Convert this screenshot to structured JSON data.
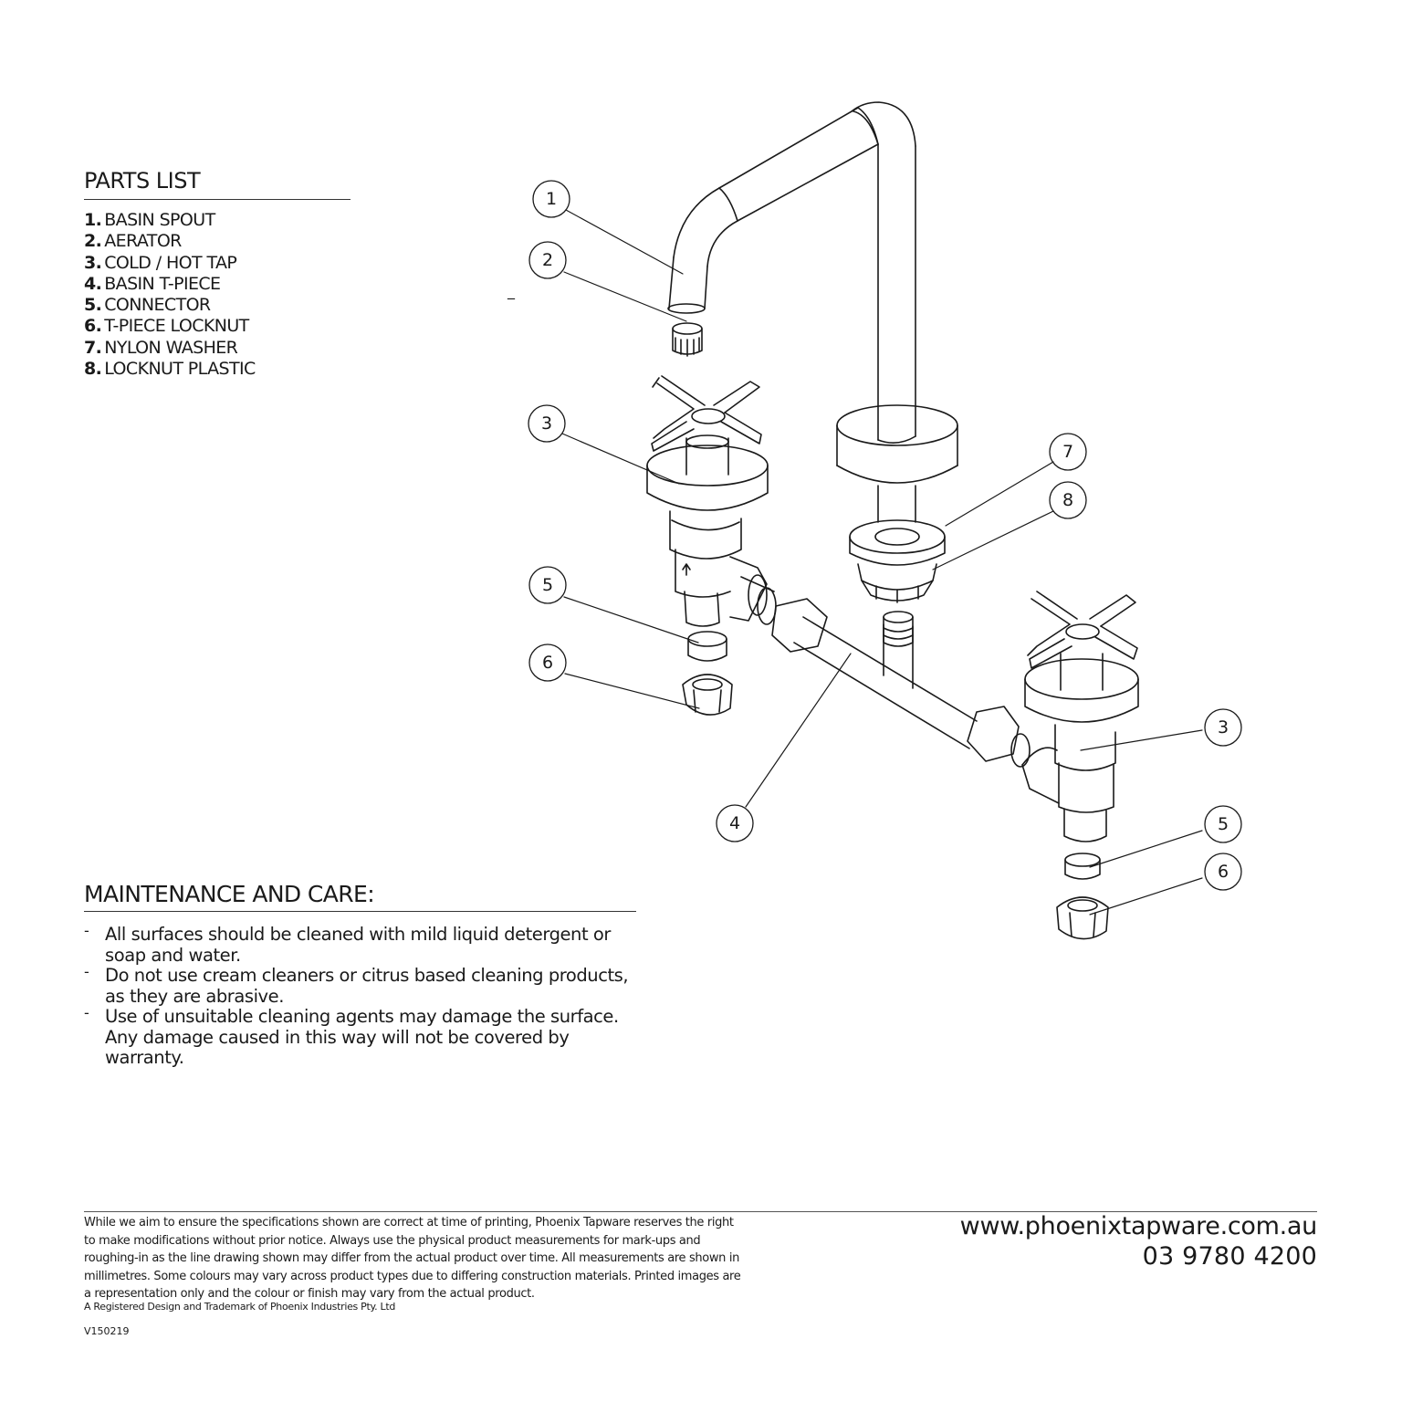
{
  "parts_list": {
    "title": "PARTS LIST",
    "items": [
      {
        "num": "1.",
        "label": "BASIN SPOUT"
      },
      {
        "num": "2.",
        "label": "AERATOR"
      },
      {
        "num": "3.",
        "label": "COLD / HOT TAP"
      },
      {
        "num": "4.",
        "label": "BASIN T-PIECE"
      },
      {
        "num": "5.",
        "label": "CONNECTOR"
      },
      {
        "num": "6.",
        "label": "T-PIECE LOCKNUT"
      },
      {
        "num": "7.",
        "label": "NYLON WASHER"
      },
      {
        "num": "8.",
        "label": "LOCKNUT PLASTIC"
      }
    ]
  },
  "maintenance": {
    "title": "MAINTENANCE AND CARE:",
    "bullet": "-",
    "items": [
      "All surfaces should be cleaned with mild liquid detergent or soap and water.",
      "Do not use cream cleaners or citrus based cleaning products, as they are abrasive.",
      "Use of unsuitable cleaning agents may damage the surface. Any damage caused in this way will not be covered by warranty."
    ]
  },
  "callouts": {
    "c1": "1",
    "c2": "2",
    "c3a": "3",
    "c3b": "3",
    "c4": "4",
    "c5a": "5",
    "c5b": "5",
    "c6a": "6",
    "c6b": "6",
    "c7": "7",
    "c8": "8"
  },
  "stray_mark": "_",
  "footer": {
    "disclaimer": "While we aim to ensure the specifications shown are correct at time of printing, Phoenix Tapware reserves the right to make modifications without prior notice. Always use the physical product measurements for mark-ups and roughing-in as the line drawing shown may differ from the actual product over time. All measurements are shown in millimetres.  Some colours may vary across product types due to differing construction materials. Printed images are a representation only and the colour or finish may vary from the actual product.",
    "registered": "A Registered Design and Trademark of Phoenix Industries Pty. Ltd",
    "version": "V150219",
    "website": "www.phoenixtapware.com.au",
    "phone": "03 9780 4200"
  },
  "colors": {
    "ink": "#1a1a1a",
    "background": "#ffffff"
  }
}
